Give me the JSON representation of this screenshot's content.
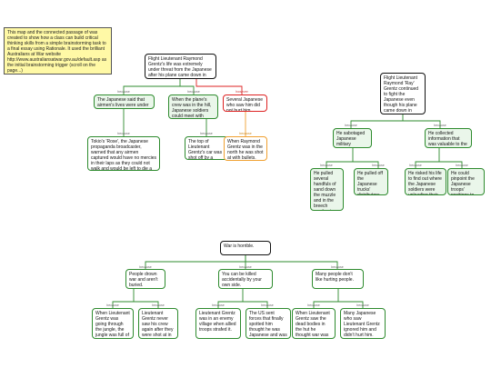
{
  "note": "This map and the connected passage of was created to show how a class can build critical thinking skills from a simple brainstorming task to a final essay using Rationale. It used the brilliant Australians at War website http://www.australiansatwar.gov.au/default.asp as the initial brainstorming trigger (scroll on the page...)",
  "tree1": {
    "claim": "Flight Lieutenant Raymond Grentz's life was extremely under threat from the Japanese after his plane came down in New Guinea.",
    "because": "because",
    "however": "however",
    "reasons": [
      "The Japanese said that airmen's lives were under threat.",
      "When the plane's crew was in the hill, Japanese soldiers could meet with bullets."
    ],
    "objection": "Several Japanese who saw him did not hurt him.",
    "evidence": [
      "Tokio's 'Rose', the Japanese propaganda broadcaster, warned that any airmen captured would have no mercies in their laps as they could not walk and would be left to die a slow and horrible death.",
      "The top of Lieutenant Grentz's car was shot off by a Japanese bullet."
    ],
    "rebuttal": "When Raymond Grentz was in the north he was shot at with bullets."
  },
  "tree2": {
    "claim": "Flight Lieutenant Raymond 'Ray' Grentz continued to fight the Japanese even though his plane came down in New Guinea.",
    "because": "because",
    "reasons": [
      "He sabotaged Japanese military equipment.",
      "He collected information that was valuable to the war effort."
    ],
    "evidence": [
      "He pulled several handfuls of sand down the muzzle and in the breech mechanism of the Japanese gun on wheels he found pointing seaward.",
      "He pulled off the Japanese trucks' distributors and threw them into the jungle.",
      "He risked his life to find out where the Japanese soldiers were unloading their supplies.",
      "He could pinpoint the Japanese troops' positions to the intelligence officer after he was rescued."
    ]
  },
  "tree3": {
    "claim": "War is horrible.",
    "because": "because",
    "reasons": [
      "People drown war and aren't buried.",
      "You can be killed accidentally by your own side.",
      "Many people don't like hurting people."
    ],
    "evidence": [
      "When Lieutenant Grentz was going through the jungle, the jungle was full of dead, stinking dead bodies.",
      "Lieutenant Grentz never saw his crew again after they were shot at in the water.",
      "Lieutenant Grentz was in an enemy village when allied troops strafed it.",
      "The US sent forces that finally spotted him thought he was Japanese and was going to kill him.",
      "When Lieutenant Grentz saw the dead bodies in the hut he thought war was futile.",
      "Many Japanese who saw Lieutenant Grentz ignored him and didn't hurt him."
    ]
  },
  "colors": {
    "note_bg": "#fff9a6",
    "reason_border": "#2e8b2e",
    "reason_fill": "#eaf6ea",
    "objection_border": "#dd2222",
    "rebuttal_border": "#f0a030"
  }
}
